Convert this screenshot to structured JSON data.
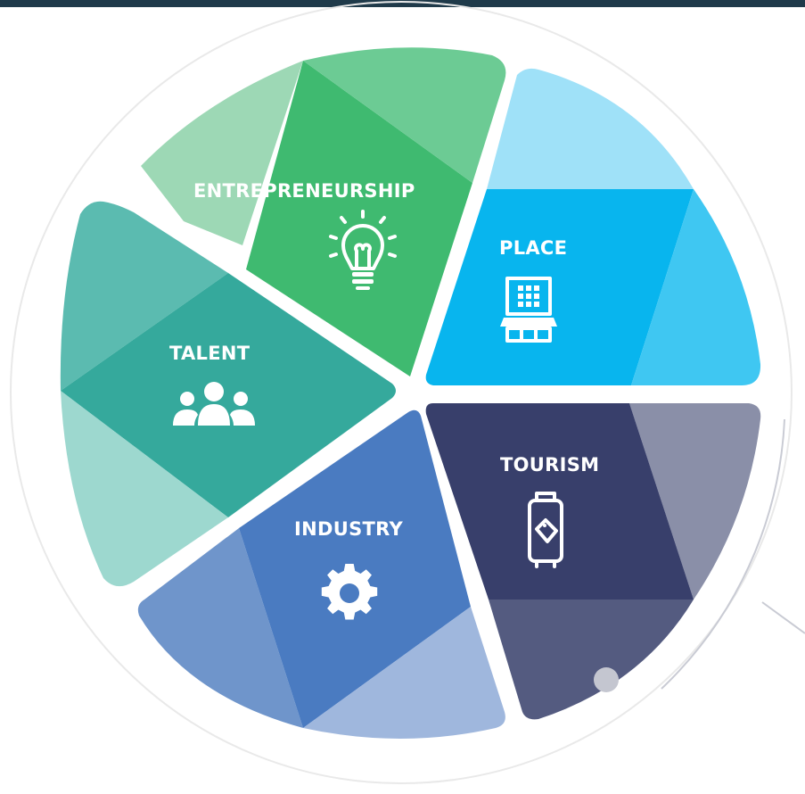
{
  "diagram": {
    "segments": [
      {
        "id": "entrepreneurship",
        "label": "ENTREPRENEURSHIP",
        "icon": "lightbulb-icon"
      },
      {
        "id": "place",
        "label": "PLACE",
        "icon": "building-icon"
      },
      {
        "id": "tourism",
        "label": "TOURISM",
        "icon": "luggage-icon"
      },
      {
        "id": "industry",
        "label": "INDUSTRY",
        "icon": "gear-icon"
      },
      {
        "id": "talent",
        "label": "TALENT",
        "icon": "people-icon"
      }
    ]
  },
  "colors": {
    "top_bar": "#1f3a4a",
    "entrepreneurship": [
      "#9dd8b5",
      "#3fba70",
      "#6ccb94"
    ],
    "place": [
      "#9fe1f8",
      "#08b5ee",
      "#3fc7f2"
    ],
    "tourism": [
      "#383f6b",
      "#8a8fa8",
      "#545b80"
    ],
    "industry": [
      "#6f95cb",
      "#4a7bc1",
      "#9fb7dd"
    ],
    "talent": [
      "#5bbbb0",
      "#35a99c",
      "#9dd8cf"
    ],
    "outer_ring": "#e6e6e6",
    "accent_arc": "#c7c9d3"
  }
}
